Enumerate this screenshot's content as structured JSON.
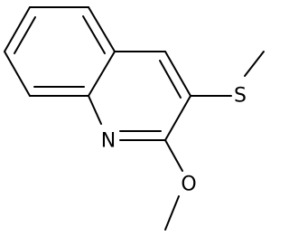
{
  "structure": {
    "atoms": {
      "nitrogen": "N",
      "oxygen": "O",
      "sulfur": "S"
    },
    "colors": {
      "bond": "#000000",
      "label": "#000000",
      "background": "#ffffff"
    }
  }
}
